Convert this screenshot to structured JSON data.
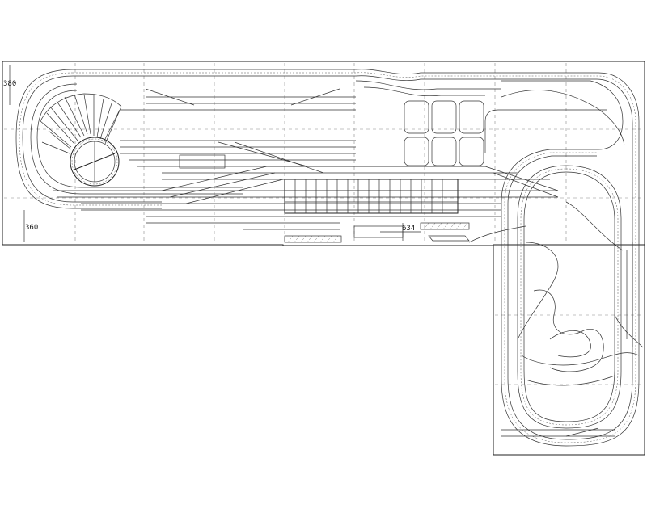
{
  "drawing": {
    "dimensions": {
      "top_left": "380",
      "bottom_left": "360",
      "center": "634"
    }
  }
}
